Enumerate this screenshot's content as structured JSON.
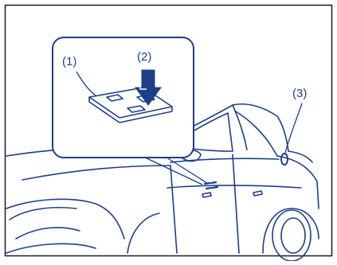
{
  "diagram": {
    "callouts": [
      {
        "id": "1",
        "text": "(1)"
      },
      {
        "id": "2",
        "text": "(2)"
      },
      {
        "id": "3",
        "text": "(3)"
      }
    ],
    "colors": {
      "line": "#1d3f8a",
      "background": "#ffffff",
      "inset_fill": "#ffffff",
      "frame": "#1a1a1a"
    }
  }
}
